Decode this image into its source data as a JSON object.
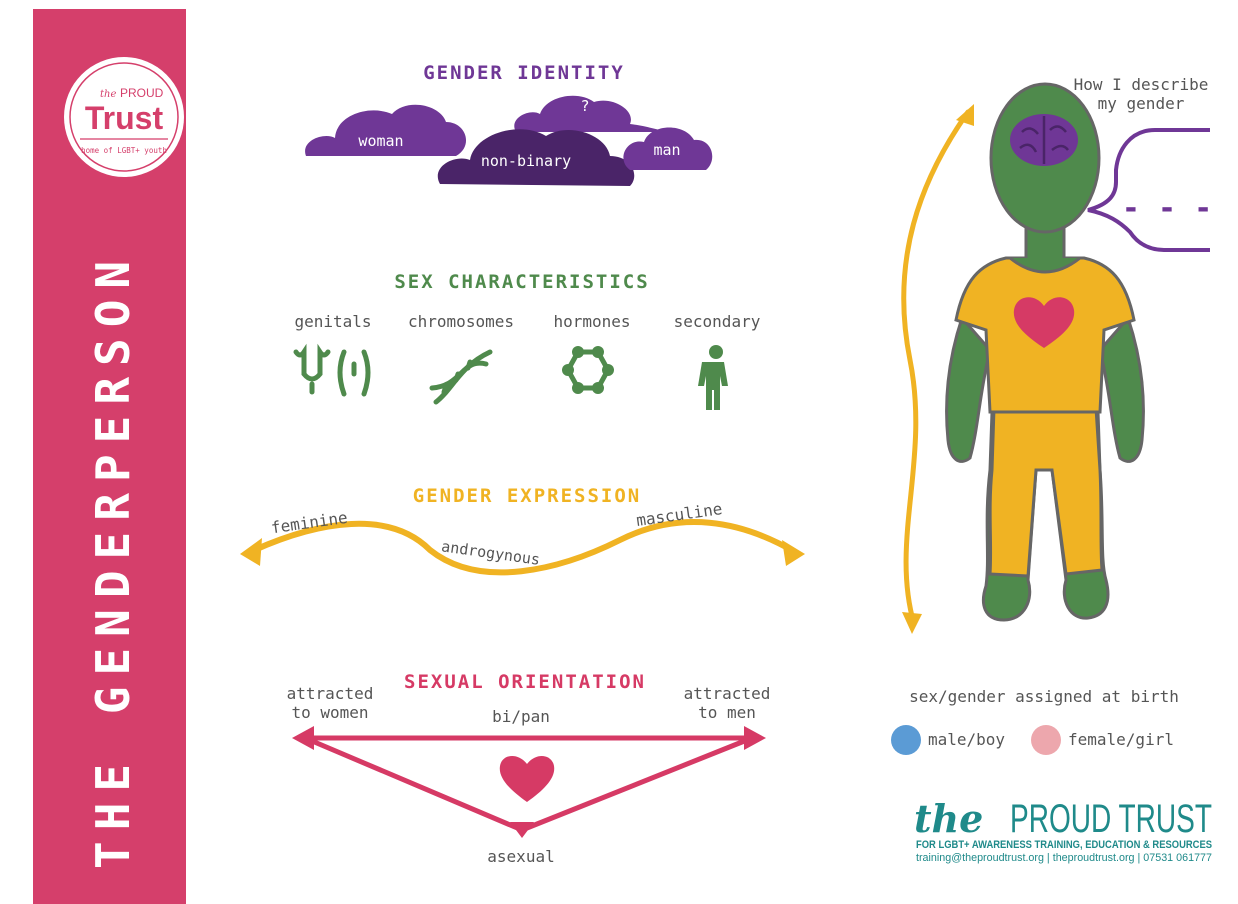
{
  "sidebar": {
    "title": "THE GENDERPERSON",
    "seal": {
      "the": "the",
      "proud": "PROUD",
      "trust": "Trust",
      "tagline": "home of LGBT+ youth"
    }
  },
  "gender_identity": {
    "heading": "GENDER IDENTITY",
    "clouds": [
      "woman",
      "?",
      "non-binary",
      "man"
    ]
  },
  "sex_characteristics": {
    "heading": "SEX CHARACTERISTICS",
    "items": [
      {
        "label": "genitals",
        "icon": "genitals-icon"
      },
      {
        "label": "chromosomes",
        "icon": "dna-icon"
      },
      {
        "label": "hormones",
        "icon": "hormone-molecule-icon"
      },
      {
        "label": "secondary",
        "icon": "child-figure-icon"
      }
    ]
  },
  "gender_expression": {
    "heading": "GENDER EXPRESSION",
    "left": "feminine",
    "middle": "androgynous",
    "right": "masculine"
  },
  "sexual_orientation": {
    "heading": "SEXUAL ORIENTATION",
    "left_line1": "attracted",
    "left_line2": "to women",
    "right_line1": "attracted",
    "right_line2": "to men",
    "middle": "bi/pan",
    "bottom": "asexual"
  },
  "person": {
    "caption_line1": "How I describe",
    "caption_line2": "my gender",
    "speech": "- - -"
  },
  "assigned": {
    "heading": "sex/gender assigned at birth",
    "male": "male/boy",
    "female": "female/girl"
  },
  "footer": {
    "the": "the",
    "name": "PROUD TRUST",
    "tagline": "FOR LGBT+ AWARENESS TRAINING, EDUCATION & RESOURCES",
    "contact": "training@theproudtrust.org | theproudtrust.org | 07531 061777"
  },
  "colors": {
    "sidebar": "#d53f6b",
    "purple": "#6f3796",
    "dark_purple": "#4a2468",
    "green": "#4f8a4c",
    "yellow": "#f0b323",
    "pink": "#d63a65",
    "teal": "#1f8a8a",
    "male": "#5b9bd5",
    "female": "#eda7ad",
    "text": "#555555"
  }
}
